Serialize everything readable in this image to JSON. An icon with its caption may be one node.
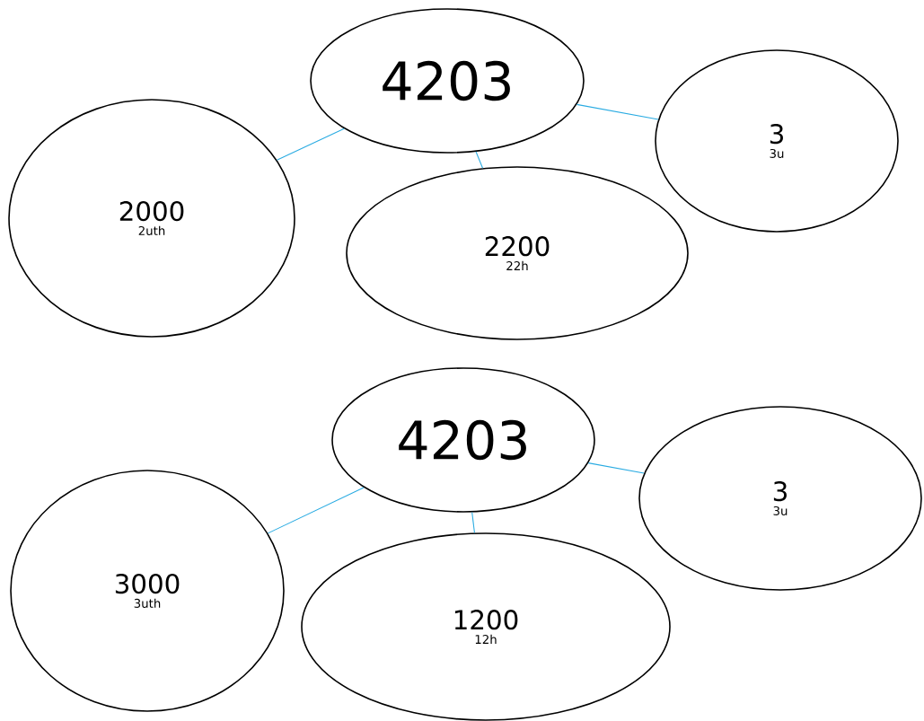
{
  "diagram": {
    "nodes": [
      {
        "text": [
          "4203"
        ]
      },
      {
        "text": [
          "2000",
          "2uth"
        ]
      },
      {
        "text": [
          "2200",
          "22h"
        ]
      },
      {
        "text": [
          "3",
          "3u"
        ]
      },
      {
        "text": [
          "4203"
        ]
      },
      {
        "text": [
          "3000",
          "3uth"
        ]
      },
      {
        "text": [
          "1200",
          "12h"
        ]
      },
      {
        "text": [
          "3",
          "3u"
        ]
      }
    ],
    "edges": [
      {
        "from": 0,
        "to": 1,
        "arrow": "none"
      },
      {
        "from": 0,
        "to": 2,
        "arrow": "none"
      },
      {
        "from": 0,
        "to": 3,
        "arrow": "none"
      },
      {
        "from": 4,
        "to": 5,
        "arrow": "none"
      },
      {
        "from": 4,
        "to": 6,
        "arrow": "none"
      },
      {
        "from": 4,
        "to": 7,
        "arrow": "none"
      }
    ]
  }
}
